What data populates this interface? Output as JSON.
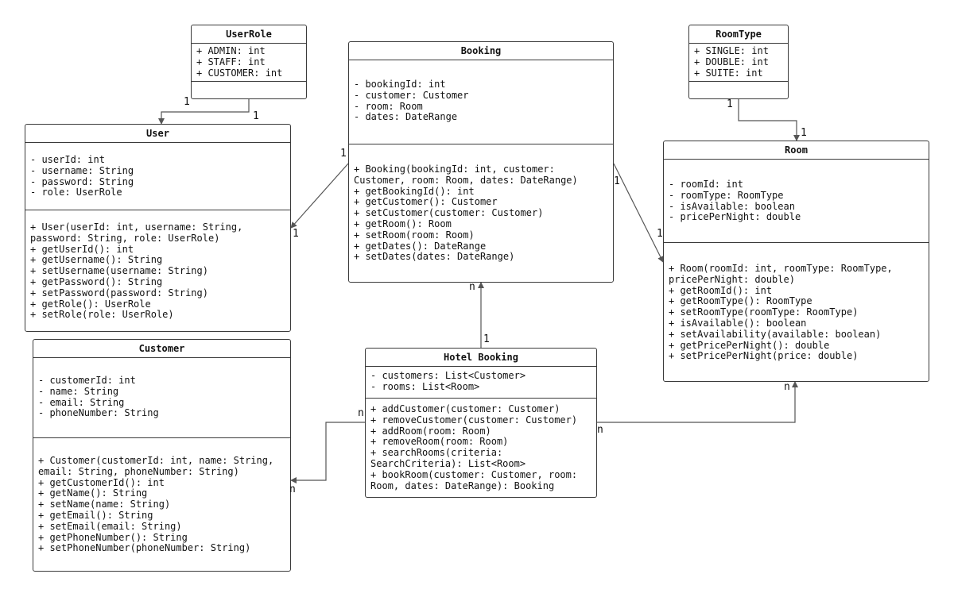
{
  "classes": {
    "userrole": {
      "name": "UserRole",
      "attributes": [
        "+ ADMIN: int",
        "+ STAFF: int",
        "+ CUSTOMER: int"
      ],
      "methods": []
    },
    "booking": {
      "name": "Booking",
      "attributes": [
        "- bookingId: int",
        "- customer: Customer",
        "- room: Room",
        "- dates: DateRange"
      ],
      "methods": [
        "+ Booking(bookingId: int, customer:",
        "Customer, room: Room, dates: DateRange)",
        "+ getBookingId(): int",
        "+ getCustomer(): Customer",
        "+ setCustomer(customer: Customer)",
        "+ getRoom(): Room",
        "+ setRoom(room: Room)",
        "+ getDates(): DateRange",
        "+ setDates(dates: DateRange)"
      ]
    },
    "roomtype": {
      "name": "RoomType",
      "attributes": [
        "+ SINGLE: int",
        "+ DOUBLE: int",
        "+ SUITE: int"
      ],
      "methods": []
    },
    "user": {
      "name": "User",
      "attributes": [
        "- userId: int",
        "- username: String",
        "- password: String",
        "- role: UserRole"
      ],
      "methods": [
        "+ User(userId: int, username: String,",
        "password: String, role: UserRole)",
        "+ getUserId(): int",
        "+ getUsername(): String",
        "+ setUsername(username: String)",
        "+ getPassword(): String",
        "+ setPassword(password: String)",
        "+ getRole(): UserRole",
        "+ setRole(role: UserRole)"
      ]
    },
    "room": {
      "name": "Room",
      "attributes": [
        "- roomId: int",
        "- roomType: RoomType",
        "- isAvailable: boolean",
        "- pricePerNight: double"
      ],
      "methods": [
        "+ Room(roomId: int, roomType: RoomType,",
        "pricePerNight: double)",
        "+ getRoomId(): int",
        "+ getRoomType(): RoomType",
        "+ setRoomType(roomType: RoomType)",
        "+ isAvailable(): boolean",
        "+ setAvailability(available: boolean)",
        "+ getPricePerNight(): double",
        "+ setPricePerNight(price: double)"
      ]
    },
    "customer": {
      "name": "Customer",
      "attributes": [
        "- customerId: int",
        "- name: String",
        "- email: String",
        "- phoneNumber: String"
      ],
      "methods": [
        "+ Customer(customerId: int, name: String,",
        "email: String, phoneNumber: String)",
        "+ getCustomerId(): int",
        "+ getName(): String",
        "+ setName(name: String)",
        "+ getEmail(): String",
        "+ setEmail(email: String)",
        "+ getPhoneNumber(): String",
        "+ setPhoneNumber(phoneNumber: String)"
      ]
    },
    "hotelbooking": {
      "name": "Hotel Booking",
      "attributes": [
        "- customers: List<Customer>",
        "- rooms: List<Room>"
      ],
      "methods": [
        "+ addCustomer(customer: Customer)",
        "+ removeCustomer(customer: Customer)",
        "+ addRoom(room: Room)",
        "+ removeRoom(room: Room)",
        "+ searchRooms(criteria:",
        "SearchCriteria): List<Room>",
        "+ bookRoom(customer: Customer, room:",
        "Room, dates: DateRange): Booking"
      ]
    }
  },
  "multiplicities": {
    "userrole_src": "1",
    "user_tgt": "1",
    "roomtype_src": "1",
    "room_tgt": "1",
    "booking_user_src": "1",
    "booking_user_tgt": "1",
    "booking_room_src": "1",
    "booking_room_tgt": "1",
    "hb_booking_src": "1",
    "hb_booking_tgt": "n",
    "hb_customer_src": "n",
    "hb_customer_tgt": "n",
    "hb_room_src": "n",
    "hb_room_tgt": "n"
  }
}
